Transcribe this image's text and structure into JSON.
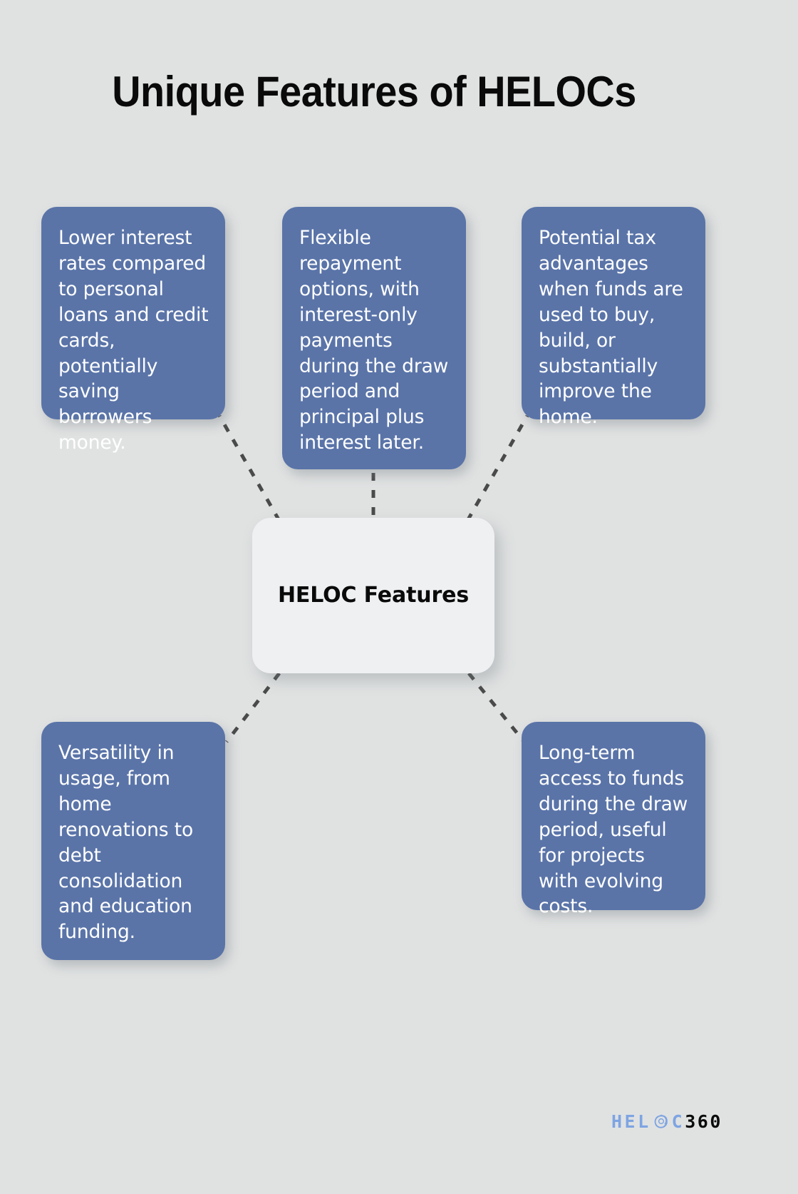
{
  "page": {
    "background_color": "#e0e2e2",
    "title": "Unique Features of HELOCs"
  },
  "theme": {
    "node_fill": "#5a74a8",
    "node_text": "#ffffff",
    "center_fill": "#eef0f2",
    "center_text": "#0a0a0a",
    "connector_color": "#4a4a4a",
    "logo_blue": "#7ea4e2",
    "logo_black": "#0b0b0b"
  },
  "center": {
    "label": "HELOC Features"
  },
  "nodes": [
    {
      "id": "lower-rates",
      "text": "Lower interest rates compared to personal loans and credit cards, potentially saving borrowers money."
    },
    {
      "id": "flexible-repayment",
      "text": "Flexible repayment options, with interest-only payments during the draw period and principal plus interest later."
    },
    {
      "id": "tax-advantages",
      "text": "Potential tax advantages when funds are used to buy, build, or substantially improve the home."
    },
    {
      "id": "versatility",
      "text": "Versatility in usage, from home renovations to debt consolidation and education funding."
    },
    {
      "id": "long-term-access",
      "text": "Long-term access to funds during the draw period, useful for projects with evolving costs."
    }
  ],
  "logo": {
    "part_one": "HEL",
    "swirl_icon": "swirl-o-icon",
    "part_two": "C",
    "part_three": "360"
  }
}
